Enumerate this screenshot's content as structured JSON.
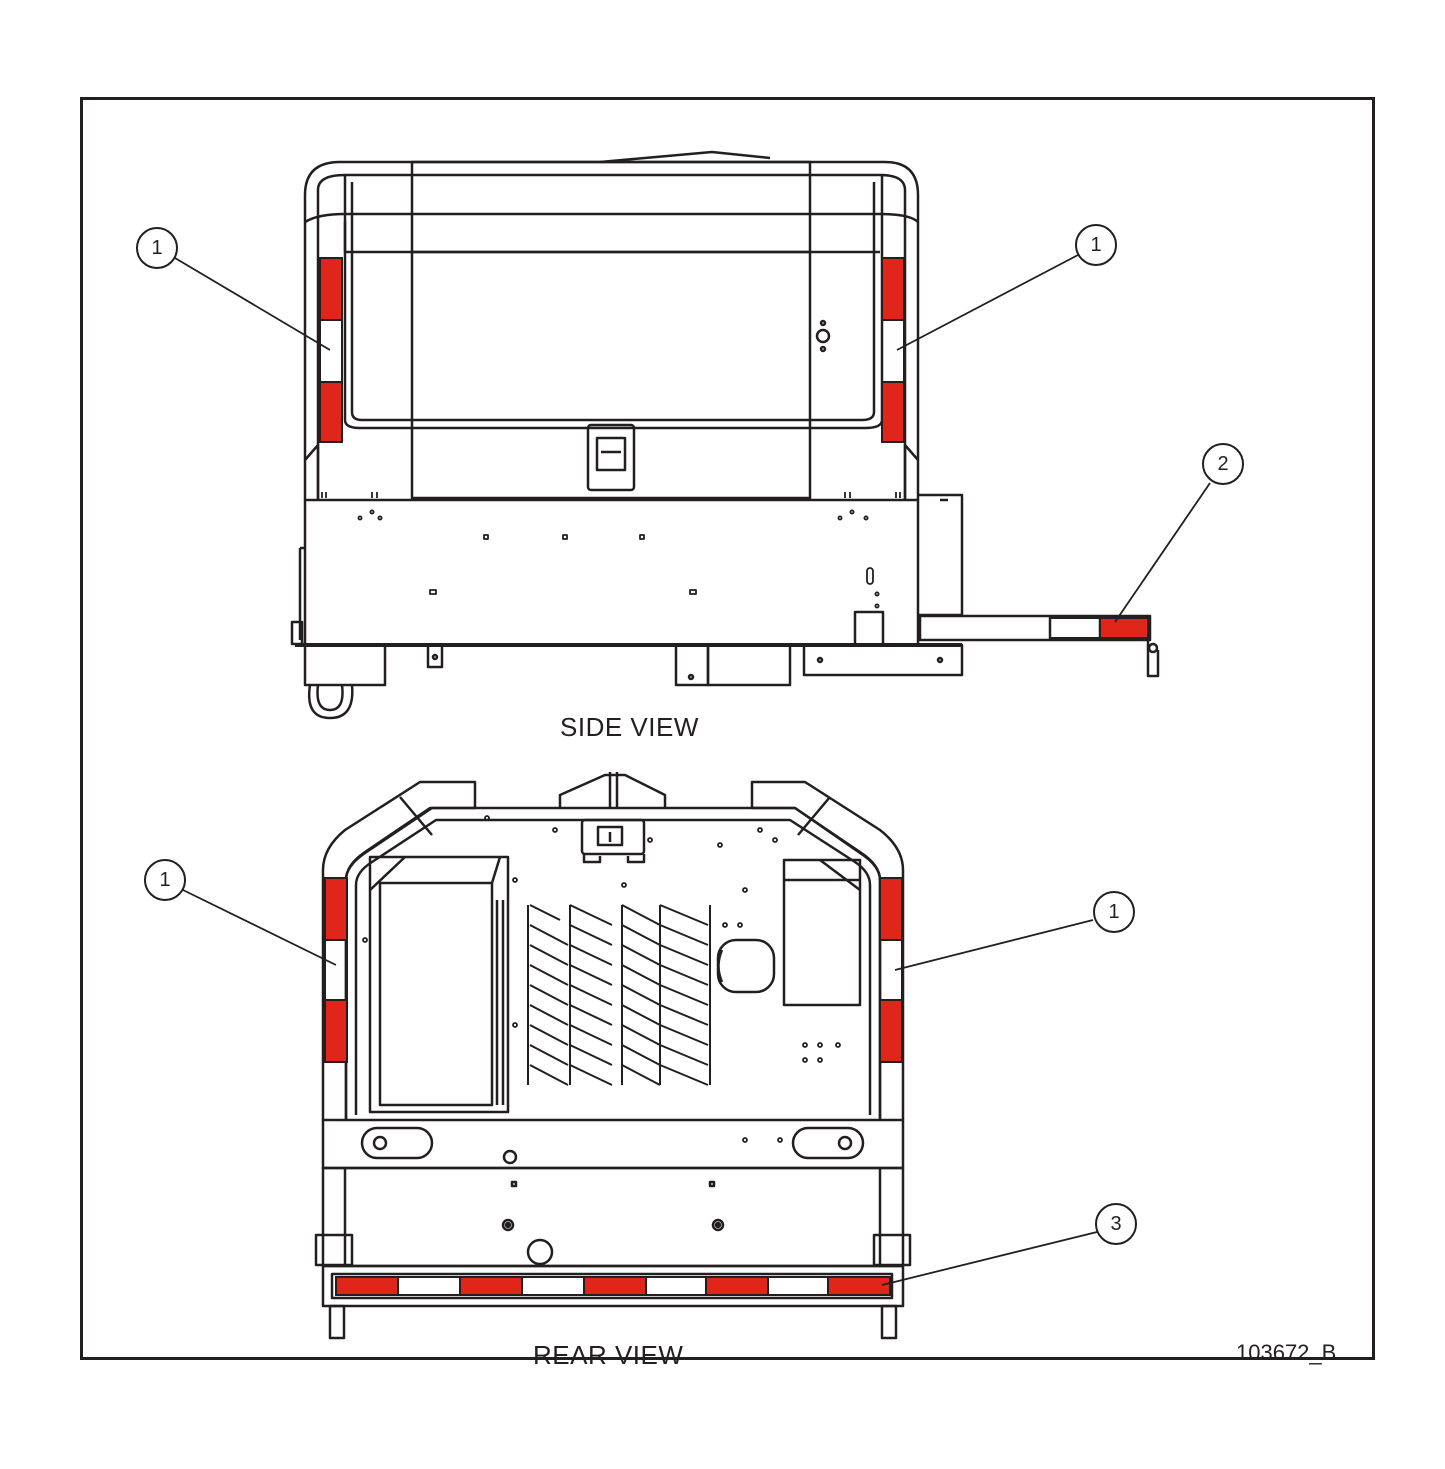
{
  "views": {
    "side_label": "SIDE VIEW",
    "rear_label": "REAR VIEW"
  },
  "drawing_number": "103672_B",
  "callouts": {
    "side_left": "1",
    "side_right": "1",
    "side_tongue": "2",
    "rear_left": "1",
    "rear_right": "1",
    "rear_bumper": "3"
  },
  "colors": {
    "reflector_red": "#e0251b",
    "line": "#231f20",
    "background": "#ffffff"
  }
}
